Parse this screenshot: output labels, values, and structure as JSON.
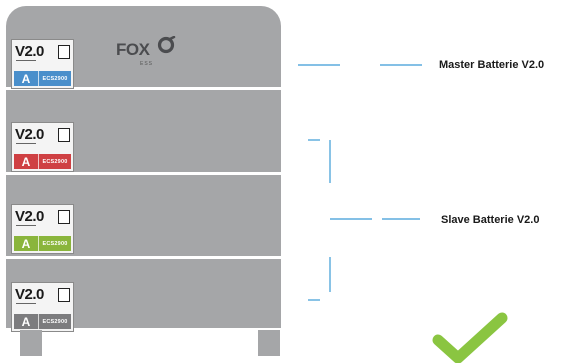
{
  "logo": {
    "brand": "FOX",
    "sub": "ESS"
  },
  "modules": [
    {
      "version": "V2.0",
      "letter": "A",
      "model": "ECS2900",
      "color": "blue"
    },
    {
      "version": "V2.0",
      "letter": "A",
      "model": "ECS2900",
      "color": "red"
    },
    {
      "version": "V2.0",
      "letter": "A",
      "model": "ECS2900",
      "color": "green"
    },
    {
      "version": "V2.0",
      "letter": "A",
      "model": "ECS2900",
      "color": "grey"
    }
  ],
  "callouts": {
    "master": "Master Batterie V2.0",
    "slave": "Slave Batterie V2.0"
  },
  "colors": {
    "module_body": "#a5a6a8",
    "label_blue": "#4a8fcb",
    "label_red": "#cf4043",
    "label_green": "#8ab53c",
    "label_grey": "#7c7c7e",
    "connector": "#3b9bd6",
    "check": "#8ac541"
  },
  "icons": {
    "status": "checkmark-icon",
    "logo_mark": "fox-ess-ring-icon"
  }
}
